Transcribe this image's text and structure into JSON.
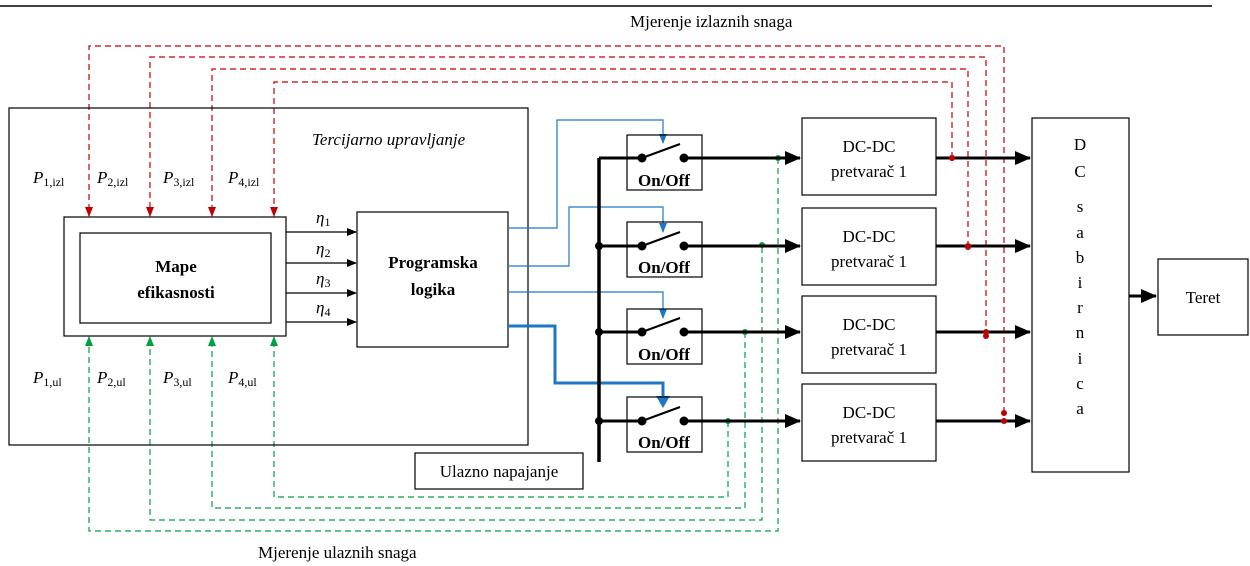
{
  "top_label": "Mjerenje izlaznih snaga",
  "bottom_label": "Mjerenje ulaznih snaga",
  "tertiary_title": "Tercijarno upravljanje",
  "maps_block": {
    "line1": "Mape",
    "line2": "efikasnosti"
  },
  "logic_block": {
    "line1": "Programska",
    "line2": "logika"
  },
  "output_powers": [
    {
      "p": "P",
      "sub": "1,izl"
    },
    {
      "p": "P",
      "sub": "2,izl"
    },
    {
      "p": "P",
      "sub": "3,izl"
    },
    {
      "p": "P",
      "sub": "4,izl"
    }
  ],
  "input_powers": [
    {
      "p": "P",
      "sub": "1,ul"
    },
    {
      "p": "P",
      "sub": "2,ul"
    },
    {
      "p": "P",
      "sub": "3,ul"
    },
    {
      "p": "P",
      "sub": "4,ul"
    }
  ],
  "efficiencies": [
    {
      "sym": "η",
      "sub": "1"
    },
    {
      "sym": "η",
      "sub": "2"
    },
    {
      "sym": "η",
      "sub": "3"
    },
    {
      "sym": "η",
      "sub": "4"
    }
  ],
  "switch_label": "On/Off",
  "converters": [
    {
      "line1": "DC-DC",
      "line2": "pretvarač 1"
    },
    {
      "line1": "DC-DC",
      "line2": "pretvarač 1"
    },
    {
      "line1": "DC-DC",
      "line2": "pretvarač 1"
    },
    {
      "line1": "DC-DC",
      "line2": "pretvarač 1"
    }
  ],
  "input_supply": "Ulazno napajanje",
  "bus_letters": [
    "D",
    "C",
    "s",
    "a",
    "b",
    "i",
    "r",
    "n",
    "i",
    "c",
    "a"
  ],
  "load": "Teret",
  "colors": {
    "output_measure": "#c00000",
    "input_measure": "#00a040",
    "control": "#1f77c4",
    "power": "#000000"
  }
}
